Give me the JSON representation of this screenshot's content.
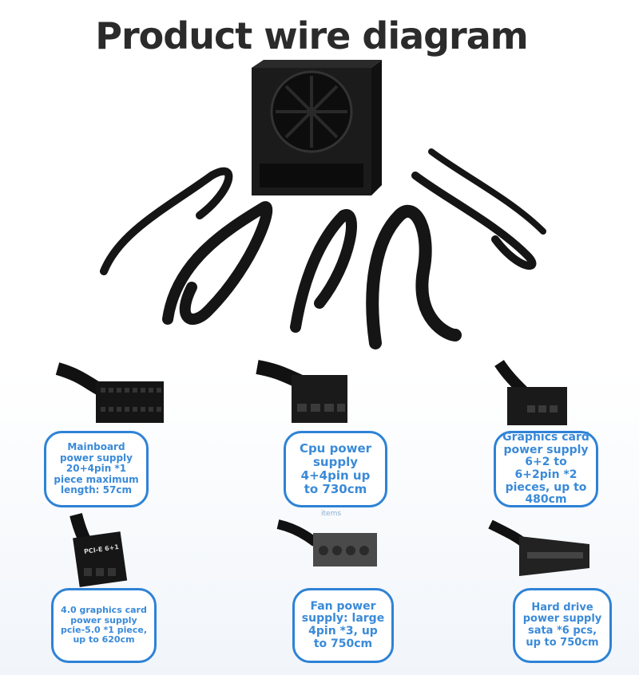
{
  "title": "Product wire diagram",
  "watermark": "items",
  "labels": [
    {
      "id": "mainboard",
      "text": "Mainboard power supply 20+4pin *1 piece maximum length: 57cm"
    },
    {
      "id": "cpu",
      "text": "Cpu power supply 4+4pin up to 730cm"
    },
    {
      "id": "gpu",
      "text": "Graphics card power supply 6+2 to 6+2pin *2 pieces, up to 480cm"
    },
    {
      "id": "pcie5",
      "text": "4.0 graphics card power supply pcie-5.0 *1 piece, up to 620cm"
    },
    {
      "id": "fan",
      "text": "Fan power supply: large 4pin *3, up to 750cm"
    },
    {
      "id": "sata",
      "text": "Hard drive power supply sata *6 pcs, up to 750cm"
    }
  ],
  "connector_marking": "PCI-E 6+1",
  "colors": {
    "accent": "#2e82d6",
    "text": "#3a8ad8",
    "title": "#2b2b2b"
  }
}
